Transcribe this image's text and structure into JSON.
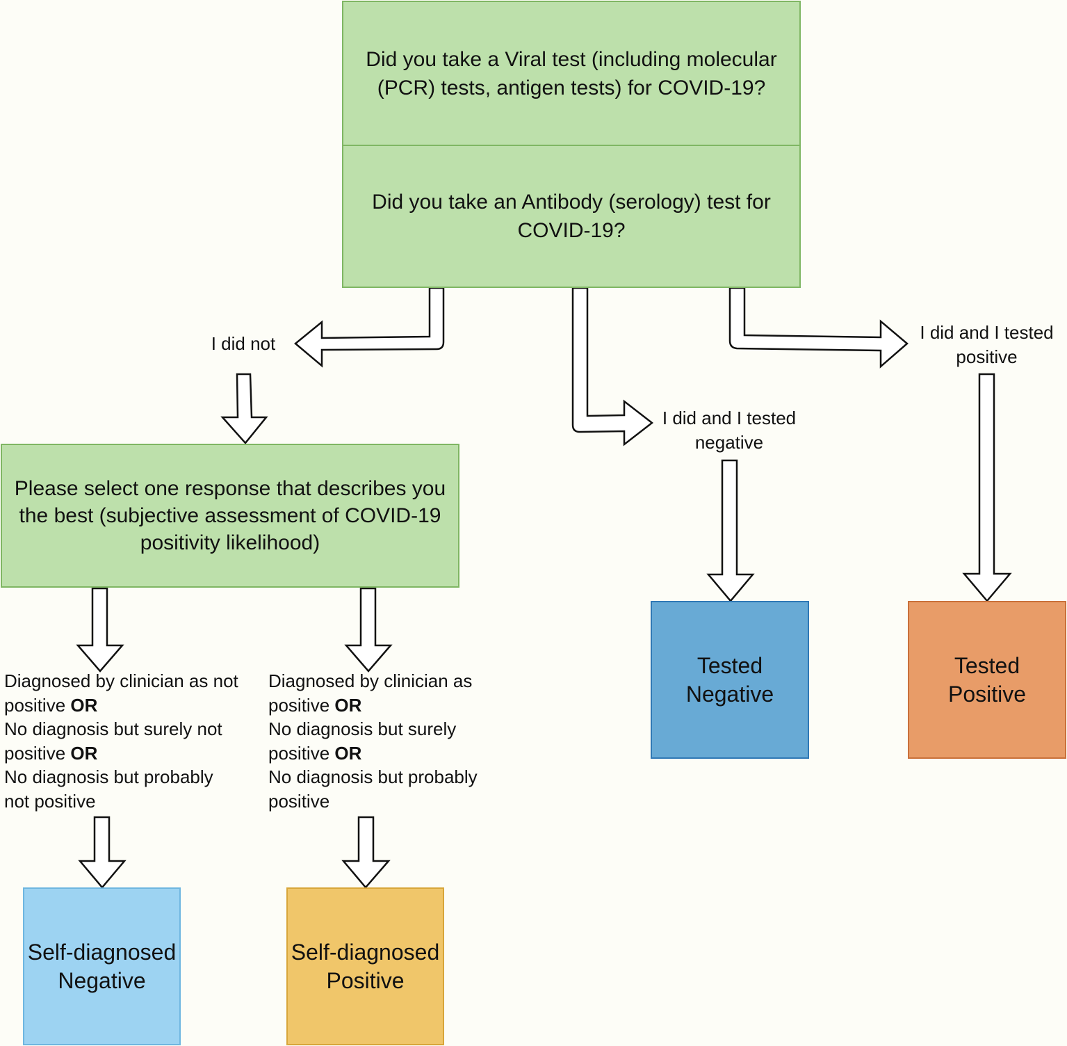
{
  "top_box": {
    "question_viral": "Did you take a Viral test (including molecular (PCR) tests, antigen tests) for COVID-19?",
    "question_antibody": "Did you take an Antibody (serology) test for COVID-19?"
  },
  "branches": {
    "did_not": "I did not",
    "tested_negative": "I did and I tested negative",
    "tested_positive": "I did and I tested positive"
  },
  "select_box": {
    "text": "Please select one response that describes you the best (subjective assessment of COVID-19 positivity likelihood)"
  },
  "left_list": {
    "line1": "Diagnosed by clinician as not positive",
    "or1": "OR",
    "line2": "No diagnosis but surely not positive",
    "or2": "OR",
    "line3": "No diagnosis but probably not positive"
  },
  "right_list": {
    "line1": "Diagnosed by clinician as positive",
    "or1": "OR",
    "line2": "No diagnosis but surely positive",
    "or2": "OR",
    "line3": "No diagnosis but probably positive"
  },
  "outcomes": {
    "self_negative": "Self-diagnosed Negative",
    "self_positive": "Self-diagnosed Positive",
    "tested_negative": "Tested Negative",
    "tested_positive": "Tested Positive"
  },
  "colors": {
    "question_fill": "#bde0ab",
    "self_negative": "#9dd3f2",
    "self_positive": "#f0c66a",
    "tested_negative": "#68aad5",
    "tested_positive": "#e89c68"
  }
}
